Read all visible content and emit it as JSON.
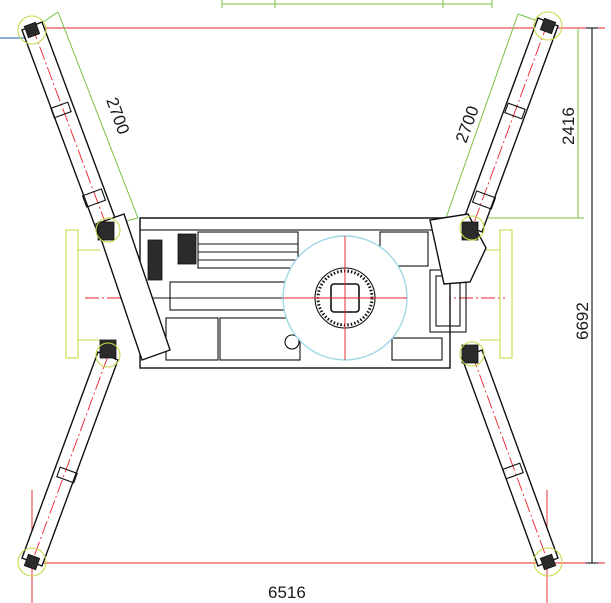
{
  "dimensions": {
    "arm_length_left": "2700",
    "arm_length_right": "2700",
    "front_offset": "2416",
    "overall_length": "6692",
    "overall_width": "6516"
  },
  "colors": {
    "outline": "#111111",
    "centerline": "#e8202a",
    "dimension_line": "#7bc043",
    "pad_ring": "#c9d94a",
    "turntable": "#9fd8e6",
    "leader": "#4a7fc1"
  }
}
